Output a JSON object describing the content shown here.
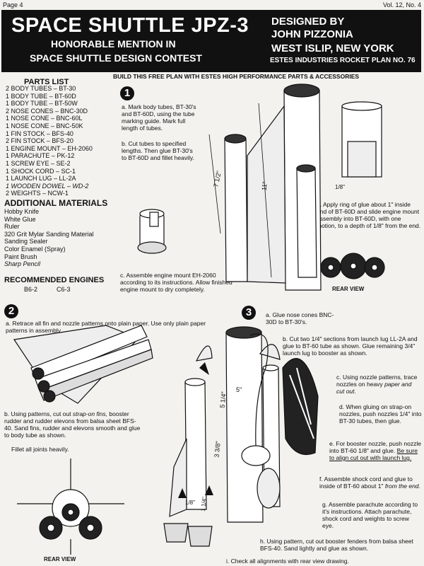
{
  "header": {
    "page": "Page 4",
    "volume": "Vol. 12, No. 4"
  },
  "banner": {
    "title": "SPACE SHUTTLE JPZ-3",
    "honorable": "HONORABLE MENTION IN",
    "contest": "SPACE SHUTTLE DESIGN CONTEST",
    "designed_by": "DESIGNED BY",
    "designer": "JOHN PIZZONIA",
    "location": "WEST ISLIP, NEW YORK",
    "plan_no": "ESTES INDUSTRIES ROCKET PLAN NO. 76"
  },
  "parts": {
    "heading": "PARTS LIST",
    "items": [
      "2  BODY TUBES – BT-30",
      "1  BODY TUBE – BT-60D",
      "1  BODY TUBE – BT-50W",
      "2  NOSE CONES – BNC-30D",
      "1  NOSE CONE – BNC-60L",
      "1  NOSE CONE – BNC-50K",
      "1  FIN STOCK – BFS-40",
      "2  FIN STOCK – BFS-20",
      "1  ENGINE MOUNT – EH-2060",
      "1  PARACHUTE – PK-12",
      "1  SCREW EYE – SE-2",
      "1  SHOCK CORD – SC-1",
      "1  LAUNCH LUG – LL-2A",
      "1  WOODEN DOWEL – WD-2",
      "2  WEIGHTS – NCW-1"
    ]
  },
  "materials": {
    "heading": "ADDITIONAL MATERIALS",
    "items": [
      "Hobby Knife",
      "White Glue",
      "Ruler",
      "320 Grit Mylar Sanding Material",
      "Sanding Sealer",
      "Color Enamel (Spray)",
      "Paint Brush",
      "Sharp Pencil"
    ]
  },
  "engines": {
    "heading": "RECOMMENDED ENGINES",
    "e1": "B6-2",
    "e2": "C6-3"
  },
  "build_banner": "BUILD THIS FREE PLAN WITH ESTES HIGH PERFORMANCE PARTS & ACCESSORIES",
  "step1": {
    "num": "1",
    "a": "a. Mark body tubes, BT-30's and BT-60D, using the tube marking guide. Mark full length of tubes.",
    "b": "b. Cut tubes to specified lengths. Then glue BT-30's to BT-60D and fillet heavily.",
    "c": "c. Assemble engine mount EH-2060 according to its instructions. Allow finished engine mount to dry completely.",
    "d": "d. Apply ring of glue about 1\" inside end of BT-60D and slide engine mount assembly into BT-60D, with one motion, to a depth of 1/8\" from the end.",
    "rear_view": "REAR VIEW",
    "dim_a": "7 1/2\"",
    "dim_b": "11\"",
    "dim_c": "1/8\""
  },
  "step2": {
    "num": "2",
    "a": "a. Retrace all fin and nozzle patterns onto plain paper. Use only plain paper patterns in assembly.",
    "b1": "b. Using patterns, cut out",
    "b_ital": "strap-on fins,",
    "b2": "booster rudder and rudder elevons from balsa sheet BFS-40. Sand fins, rudder and elevons smooth and glue to body tube as shown.",
    "b3": "Fillet all joints heavily.",
    "rear_view": "REAR VIEW"
  },
  "step3": {
    "num": "3",
    "a": "a. Glue nose cones BNC-30D to BT-30's.",
    "b": "b. Cut two 1/4\" sections from launch lug LL-2A and glue to BT-60 tube as shown. Glue remaining 3/4\" launch lug to booster as shown.",
    "c1": "c. Using nozzle patterns, trace nozzles on heavy",
    "c2": "paper and cut out.",
    "d": "d. When gluing on strap-on nozzles, push nozzles 1/4\" into BT-30 tubes, then glue.",
    "e1": "e. For booster nozzle, push nozzle into BT-60 1/8\" and glue.",
    "e_ul": "Be sure to align cut out with launch lug.",
    "f1": "f. Assemble shock cord and glue to inside of BT-60 about 1\"",
    "f2": "from the end.",
    "g": "g. Assemble parachute according to it's instructions. Attach parachute, shock cord and weights to screw eye.",
    "h": "h. Using pattern, cut out booster fenders from balsa sheet BFS-40. Sand lightly and glue as shown.",
    "i": "i. Check all alignments with rear view drawing.",
    "dim_a": "5 1/4\"",
    "dim_b": "5\"",
    "dim_c": "3 3/8\"",
    "dim_d": "1/8\"",
    "dim_e": "1 1/4\""
  }
}
